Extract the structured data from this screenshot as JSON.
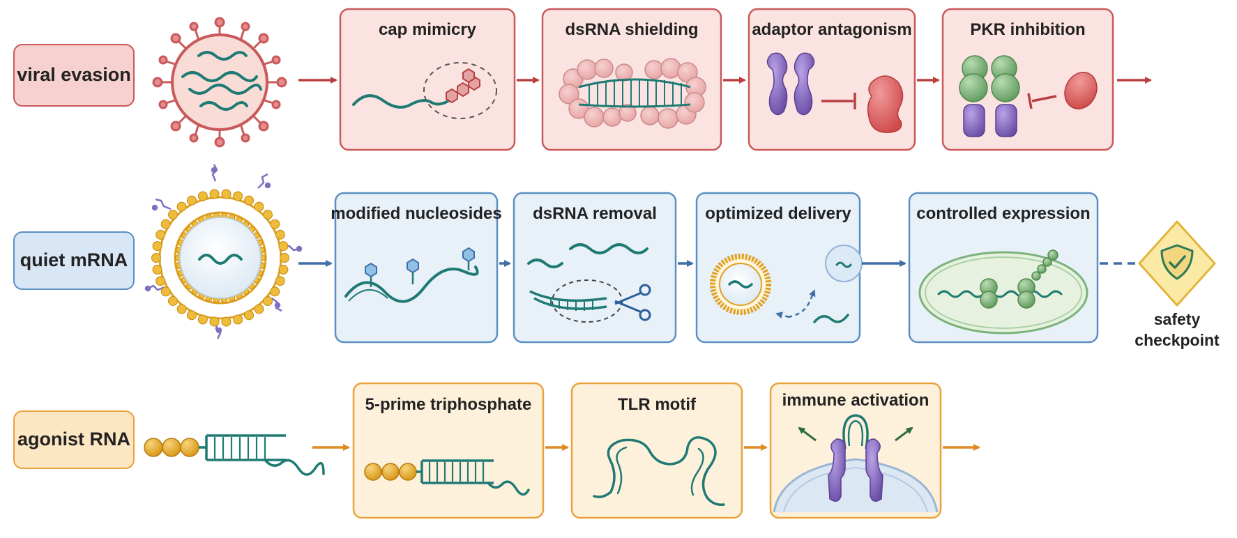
{
  "rows": [
    {
      "label": "viral evasion",
      "steps": [
        "cap mimicry",
        "dsRNA shielding",
        "adaptor antagonism",
        "PKR inhibition"
      ]
    },
    {
      "label": "quiet mRNA",
      "steps": [
        "modified nucleosides",
        "dsRNA removal",
        "optimized delivery",
        "controlled expression"
      ]
    },
    {
      "label": "agonist RNA",
      "steps": [
        "5-prime triphosphate",
        "TLR motif",
        "immune activation"
      ]
    }
  ],
  "checkpoint": {
    "line1": "safety",
    "line2": "checkpoint",
    "icon": "shield-check-icon"
  },
  "colors": {
    "red_fill": "#fbe3e1",
    "red_stroke": "#c9595a",
    "red_arrow": "#b83f3f",
    "blue_fill": "#e8f0f8",
    "blue_stroke": "#5b8fc4",
    "blue_arrow": "#3f6fa6",
    "orange_fill": "#fdf1dc",
    "orange_stroke": "#e9a23c",
    "orange_arrow": "#e08a23",
    "rna": "#1f7a74",
    "protein_purple": "#8a6bc4",
    "protein_green": "#7bb27a",
    "lipid": "#e9b12e",
    "checkpoint_fill": "#fbeaa6",
    "checkpoint_stroke": "#e2b43a"
  }
}
